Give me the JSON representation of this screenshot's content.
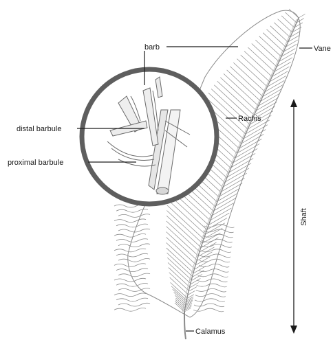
{
  "labels": {
    "barb": "barb",
    "vane": "Vane",
    "rachis": "Rachis",
    "distal_barbule": "distal barbule",
    "proximal_barbule": "proximal barbule",
    "shaft": "Shaft",
    "calamus": "Calamus"
  },
  "colors": {
    "line": "#1a1a1a",
    "sketch": "#8a8a8a",
    "sketch_light": "#b5b5b5",
    "circle": "#5e5e5e",
    "background": "#ffffff"
  }
}
